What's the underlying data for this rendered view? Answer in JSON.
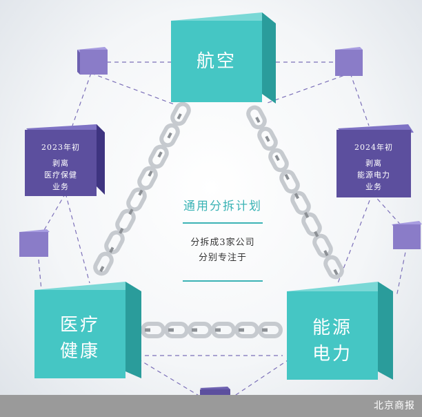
{
  "cubes": {
    "aviation": "航空",
    "healthcare_line1": "医疗",
    "healthcare_line2": "健康",
    "energy_line1": "能源",
    "energy_line2": "电力"
  },
  "left_note": [
    "2023年初",
    "剥离",
    "医疗保健",
    "业务"
  ],
  "right_note": [
    "2024年初",
    "剥离",
    "能源电力",
    "业务"
  ],
  "center": {
    "title": "通用分拆计划",
    "line1": "分拆成3家公司",
    "line2": "分别专注于"
  },
  "footer": {
    "source": "北京商报"
  },
  "colors": {
    "teal_front": "#45c6c4",
    "teal_top": "#7ad8d6",
    "teal_side": "#2a9c9b",
    "purple_front": "#5c4f9e",
    "purple_light": "#8a7cc8",
    "chain": "#c8ccd0"
  }
}
